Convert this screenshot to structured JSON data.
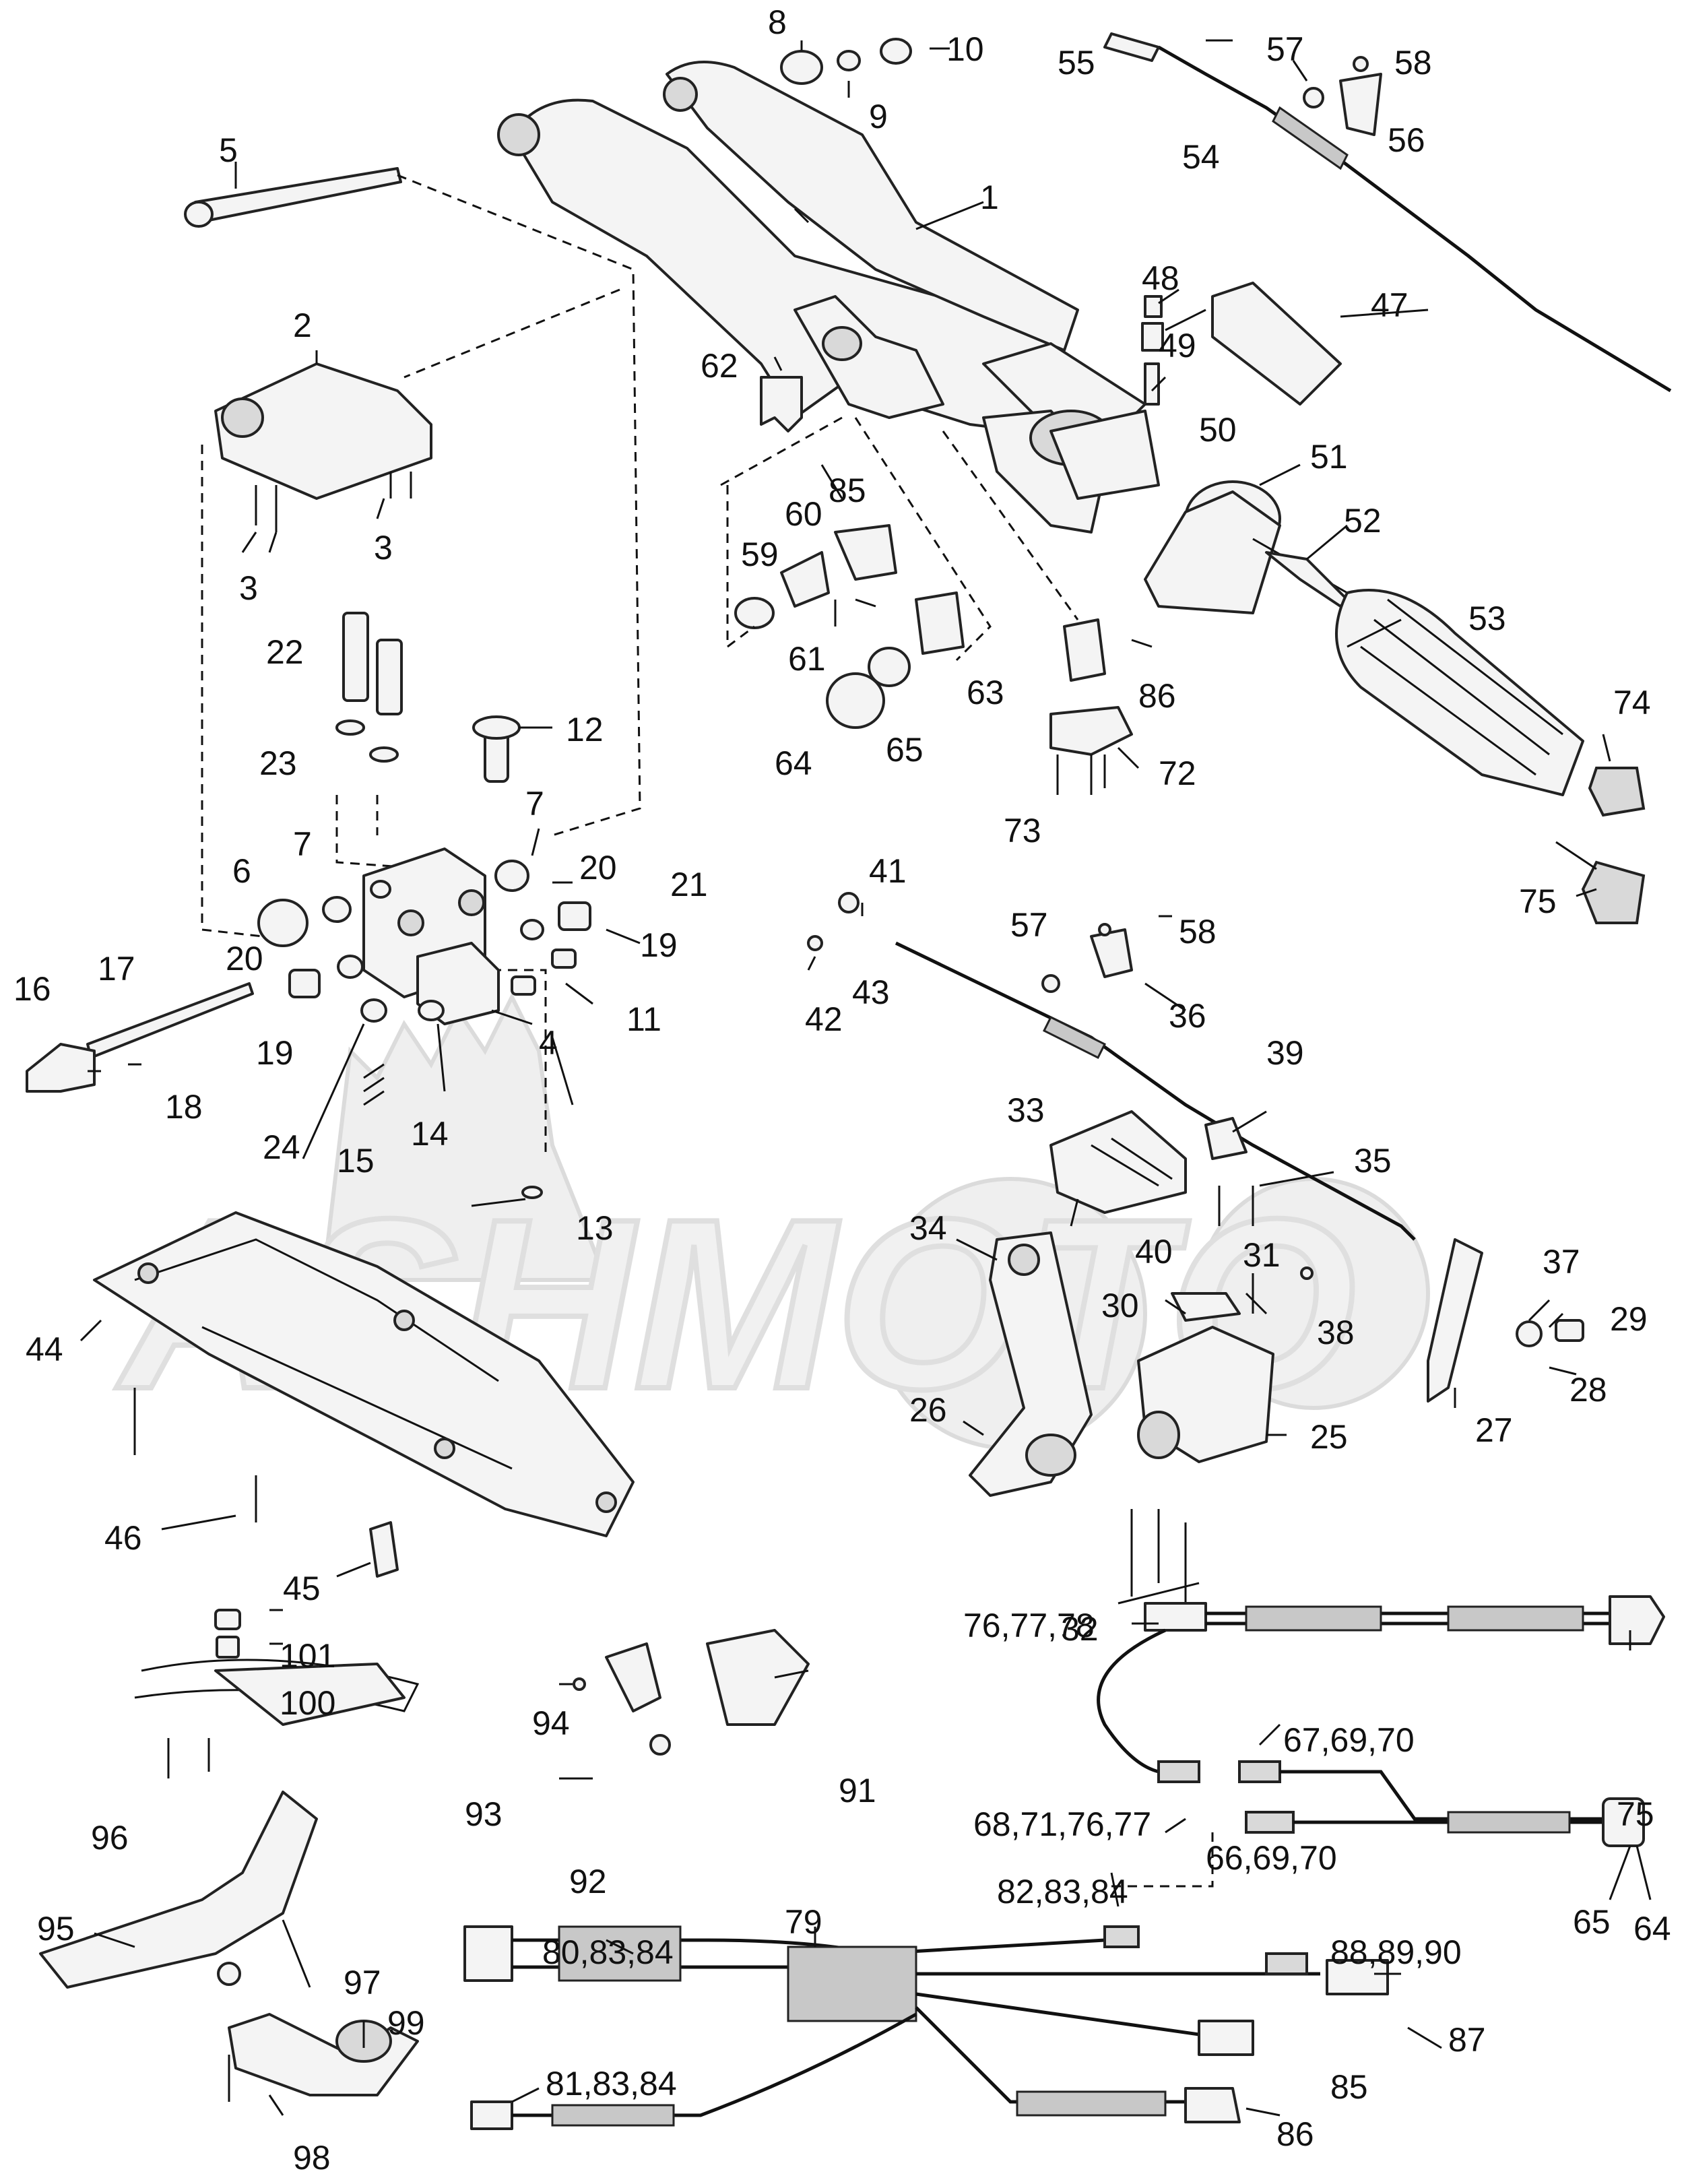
{
  "watermark": {
    "text": "ASHMOTO"
  },
  "callouts": [
    {
      "id": "c1",
      "label": "1"
    },
    {
      "id": "c2",
      "label": "2"
    },
    {
      "id": "c3a",
      "label": "3"
    },
    {
      "id": "c3b",
      "label": "3"
    },
    {
      "id": "c4",
      "label": "4"
    },
    {
      "id": "c5",
      "label": "5"
    },
    {
      "id": "c6",
      "label": "6"
    },
    {
      "id": "c7a",
      "label": "7"
    },
    {
      "id": "c7b",
      "label": "7"
    },
    {
      "id": "c8",
      "label": "8"
    },
    {
      "id": "c9",
      "label": "9"
    },
    {
      "id": "c10",
      "label": "10"
    },
    {
      "id": "c11",
      "label": "11"
    },
    {
      "id": "c12",
      "label": "12"
    },
    {
      "id": "c13",
      "label": "13"
    },
    {
      "id": "c14",
      "label": "14"
    },
    {
      "id": "c15",
      "label": "15"
    },
    {
      "id": "c16",
      "label": "16"
    },
    {
      "id": "c17",
      "label": "17"
    },
    {
      "id": "c18",
      "label": "18"
    },
    {
      "id": "c19a",
      "label": "19"
    },
    {
      "id": "c19b",
      "label": "19"
    },
    {
      "id": "c20a",
      "label": "20"
    },
    {
      "id": "c20b",
      "label": "20"
    },
    {
      "id": "c21",
      "label": "21"
    },
    {
      "id": "c22",
      "label": "22"
    },
    {
      "id": "c23",
      "label": "23"
    },
    {
      "id": "c24",
      "label": "24"
    },
    {
      "id": "c25",
      "label": "25"
    },
    {
      "id": "c26",
      "label": "26"
    },
    {
      "id": "c27",
      "label": "27"
    },
    {
      "id": "c28",
      "label": "28"
    },
    {
      "id": "c29",
      "label": "29"
    },
    {
      "id": "c30",
      "label": "30"
    },
    {
      "id": "c31",
      "label": "31"
    },
    {
      "id": "c32",
      "label": "32"
    },
    {
      "id": "c33",
      "label": "33"
    },
    {
      "id": "c34",
      "label": "34"
    },
    {
      "id": "c35",
      "label": "35"
    },
    {
      "id": "c36",
      "label": "36"
    },
    {
      "id": "c37",
      "label": "37"
    },
    {
      "id": "c38",
      "label": "38"
    },
    {
      "id": "c39",
      "label": "39"
    },
    {
      "id": "c40",
      "label": "40"
    },
    {
      "id": "c41",
      "label": "41"
    },
    {
      "id": "c42",
      "label": "42"
    },
    {
      "id": "c43",
      "label": "43"
    },
    {
      "id": "c44",
      "label": "44"
    },
    {
      "id": "c45",
      "label": "45"
    },
    {
      "id": "c46",
      "label": "46"
    },
    {
      "id": "c47",
      "label": "47"
    },
    {
      "id": "c48",
      "label": "48"
    },
    {
      "id": "c49",
      "label": "49"
    },
    {
      "id": "c50",
      "label": "50"
    },
    {
      "id": "c51",
      "label": "51"
    },
    {
      "id": "c52",
      "label": "52"
    },
    {
      "id": "c53",
      "label": "53"
    },
    {
      "id": "c54",
      "label": "54"
    },
    {
      "id": "c55",
      "label": "55"
    },
    {
      "id": "c56",
      "label": "56"
    },
    {
      "id": "c57a",
      "label": "57"
    },
    {
      "id": "c57b",
      "label": "57"
    },
    {
      "id": "c58a",
      "label": "58"
    },
    {
      "id": "c58b",
      "label": "58"
    },
    {
      "id": "c59",
      "label": "59"
    },
    {
      "id": "c60",
      "label": "60"
    },
    {
      "id": "c61",
      "label": "61"
    },
    {
      "id": "c62",
      "label": "62"
    },
    {
      "id": "c63",
      "label": "63"
    },
    {
      "id": "c64a",
      "label": "64"
    },
    {
      "id": "c65a",
      "label": "65"
    },
    {
      "id": "c72",
      "label": "72"
    },
    {
      "id": "c73",
      "label": "73"
    },
    {
      "id": "c74",
      "label": "74"
    },
    {
      "id": "c75a",
      "label": "75"
    },
    {
      "id": "c85a",
      "label": "85"
    },
    {
      "id": "c86a",
      "label": "86"
    },
    {
      "id": "c101",
      "label": "101"
    },
    {
      "id": "c100",
      "label": "100"
    },
    {
      "id": "c96",
      "label": "96"
    },
    {
      "id": "c95",
      "label": "95"
    },
    {
      "id": "c97",
      "label": "97"
    },
    {
      "id": "c98",
      "label": "98"
    },
    {
      "id": "c99",
      "label": "99"
    },
    {
      "id": "c94",
      "label": "94"
    },
    {
      "id": "c93",
      "label": "93"
    },
    {
      "id": "c92",
      "label": "92"
    },
    {
      "id": "c91",
      "label": "91"
    },
    {
      "id": "c767778",
      "label": "76,77,78"
    },
    {
      "id": "c75b",
      "label": "75"
    },
    {
      "id": "c676970",
      "label": "67,69,70"
    },
    {
      "id": "c6871",
      "label": "68,71,76,77"
    },
    {
      "id": "c666970",
      "label": "66,69,70"
    },
    {
      "id": "c65b",
      "label": "65"
    },
    {
      "id": "c64b",
      "label": "64"
    },
    {
      "id": "c828384",
      "label": "82,83,84"
    },
    {
      "id": "c808384",
      "label": "80,83,84"
    },
    {
      "id": "c79",
      "label": "79"
    },
    {
      "id": "c888990",
      "label": "88,89,90"
    },
    {
      "id": "c87",
      "label": "87"
    },
    {
      "id": "c85b",
      "label": "85"
    },
    {
      "id": "c818384",
      "label": "81,83,84"
    },
    {
      "id": "c86b",
      "label": "86"
    }
  ]
}
